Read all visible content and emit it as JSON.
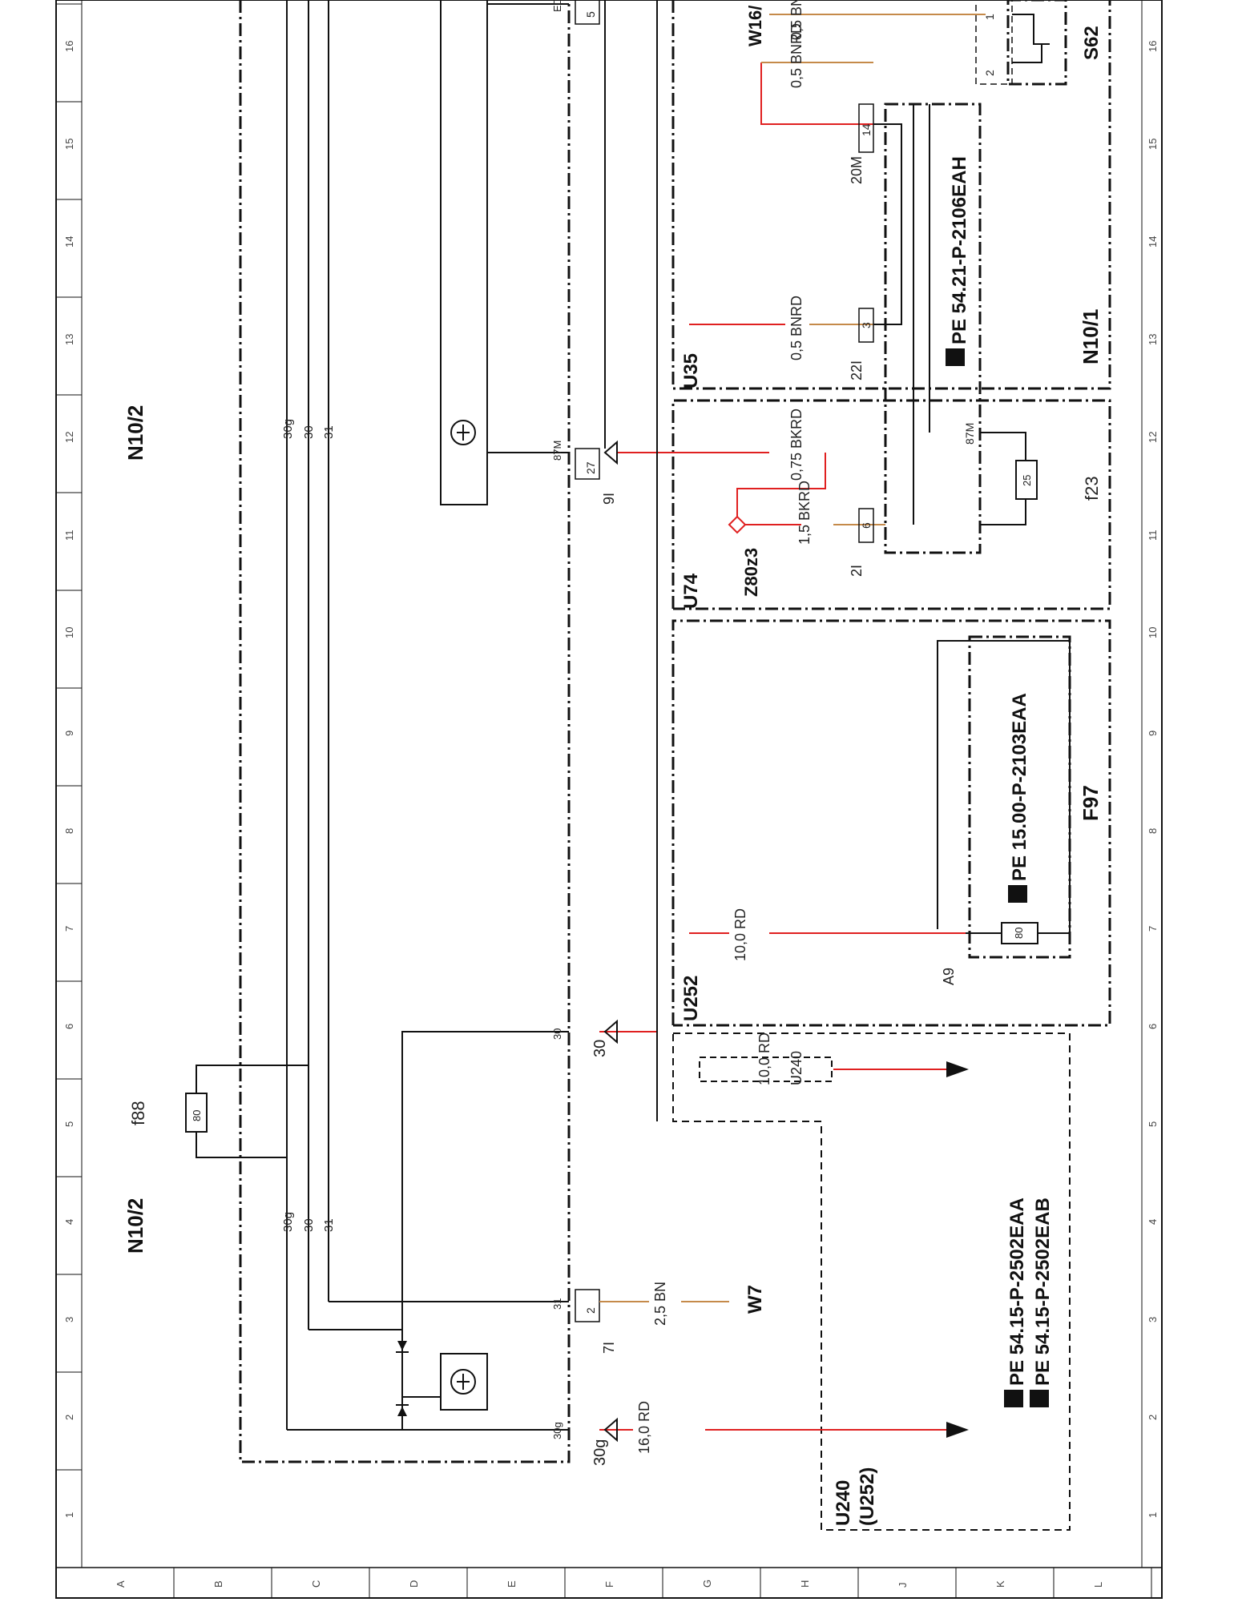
{
  "grid": {
    "columns": [
      "1",
      "2",
      "3",
      "4",
      "5",
      "6",
      "7",
      "8",
      "9",
      "10",
      "11",
      "12",
      "13",
      "14",
      "15",
      "16"
    ],
    "rows": [
      "A",
      "B",
      "C",
      "D",
      "E",
      "F",
      "G",
      "H",
      "J",
      "K",
      "L"
    ]
  },
  "modules": {
    "n10_2_top": "N10/2",
    "n10_2_bottom": "N10/2",
    "n10_1": "N10/1",
    "f88": "f88",
    "f23": "f23",
    "f97": "F97",
    "s62": "S62",
    "w7": "W7",
    "w16": "W16/",
    "z80z3": "Z80z3"
  },
  "connectors": {
    "u35": "U35",
    "u74": "U74",
    "u252": "U252",
    "u240": "U240",
    "u240_alt": "(U252)",
    "u240_link": "U240"
  },
  "fuse_values": {
    "f88": "80",
    "f97": "80",
    "f23": "25"
  },
  "internal_buses": [
    "30g",
    "30",
    "31"
  ],
  "pins": {
    "edw": "EDW",
    "p5": "5",
    "p87m": "87M",
    "p27": "27",
    "p9i": "9I",
    "p30": "30",
    "p30_socket": "30",
    "p31": "31",
    "p2": "2",
    "p7i": "7I",
    "p30g": "30g",
    "p30g_socket": "30g",
    "p14": "14",
    "p20m": "20M",
    "p3": "3",
    "p22i": "22I",
    "p6": "6",
    "p2i": "2I",
    "p87m_f23": "87M",
    "a9": "A9",
    "s62_1": "1",
    "s62_2": "2"
  },
  "wires": {
    "top_bn": "0,5 BN",
    "top_bnrd": "0,5 BNRD",
    "u35_bnrd": "0,5 BNRD",
    "bkrd_075": "0,75 BKRD",
    "bkrd_15": "1,5 BKRD",
    "rd_10": "10,0 RD",
    "rd_10_u240": "10,0 RD",
    "bn_25": "2,5 BN",
    "rd_16": "16,0 RD"
  },
  "references": {
    "f97_ref": "PE 15.00-P-2103EAA",
    "n10_1_ref": "PE 54.21-P-2106EAH",
    "u240_ref_1": "PE 54.15-P-2502EAA",
    "u240_ref_2": "PE 54.15-P-2502EAB"
  },
  "colors": {
    "wire_black": "#111111",
    "wire_red": "#e02020",
    "wire_brown": "#c58a4a"
  },
  "icons": {
    "reference": "pointing-hand-icon",
    "transistor": "transistor-icon",
    "diode": "diode-icon",
    "fuse": "fuse-icon"
  }
}
